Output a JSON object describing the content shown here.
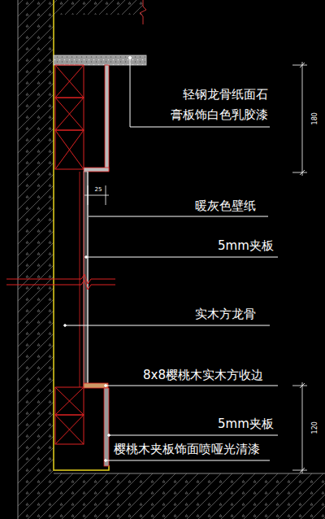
{
  "diagram": {
    "labels": [
      "轻钢龙骨纸面石 膏板饰白色乳胶漆",
      "180",
      "25",
      "暖灰色壁纸",
      "5mm夹板",
      "实木方龙骨",
      "8x8樱桃木实木方收边",
      "5mm夹板",
      "120",
      "樱桃木夹板饰面喷哑光清漆"
    ]
  }
}
